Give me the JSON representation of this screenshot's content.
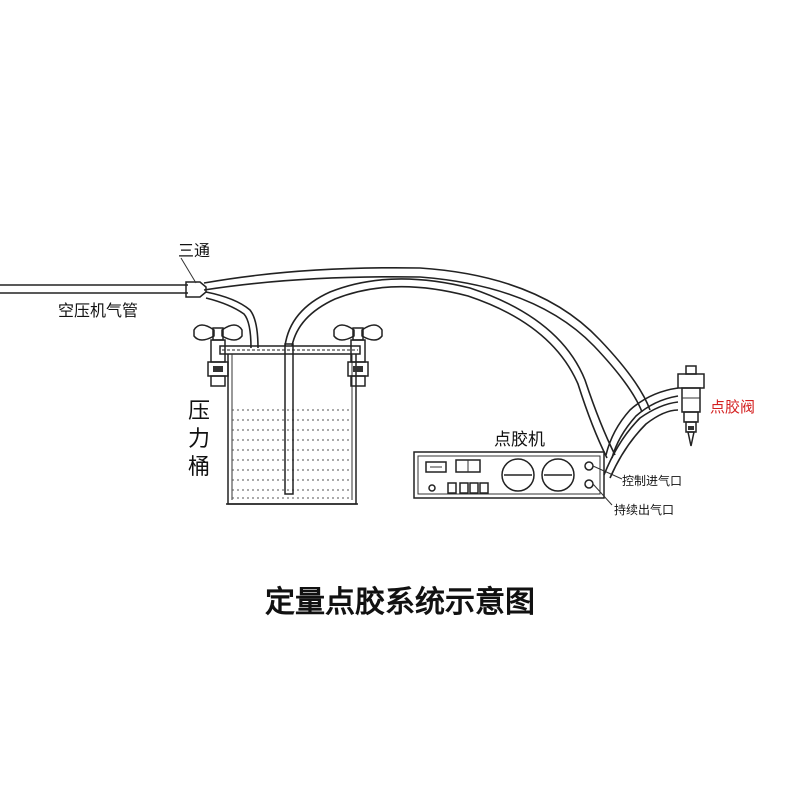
{
  "labels": {
    "tee": "三通",
    "air_pipe": "空压机气管",
    "tank": [
      "压",
      "力",
      "桶"
    ],
    "dispenser": "点胶机",
    "valve": "点胶阀",
    "control_inlet": "控制进气口",
    "continuous_outlet": "持续出气口",
    "title": "定量点胶系统示意图"
  },
  "colors": {
    "line": "#222222",
    "valve_label": "#d42020",
    "background": "#ffffff"
  }
}
